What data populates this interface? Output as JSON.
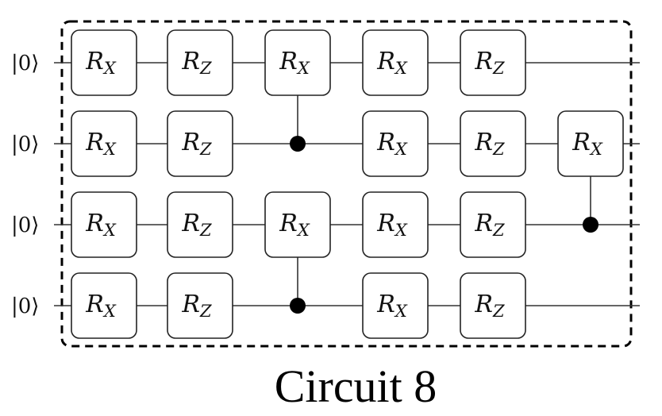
{
  "caption": "Circuit 8",
  "qubits": [
    {
      "init": "|0⟩"
    },
    {
      "init": "|0⟩"
    },
    {
      "init": "|0⟩"
    },
    {
      "init": "|0⟩"
    }
  ],
  "gates": [
    {
      "qubit": 0,
      "column": 0,
      "base": "R",
      "sub": "X"
    },
    {
      "qubit": 0,
      "column": 1,
      "base": "R",
      "sub": "Z"
    },
    {
      "qubit": 0,
      "column": 2,
      "base": "R",
      "sub": "X",
      "control": 1
    },
    {
      "qubit": 0,
      "column": 3,
      "base": "R",
      "sub": "X"
    },
    {
      "qubit": 0,
      "column": 4,
      "base": "R",
      "sub": "Z"
    },
    {
      "qubit": 1,
      "column": 0,
      "base": "R",
      "sub": "X"
    },
    {
      "qubit": 1,
      "column": 1,
      "base": "R",
      "sub": "Z"
    },
    {
      "qubit": 1,
      "column": 3,
      "base": "R",
      "sub": "X"
    },
    {
      "qubit": 1,
      "column": 4,
      "base": "R",
      "sub": "Z"
    },
    {
      "qubit": 1,
      "column": 5,
      "base": "R",
      "sub": "X",
      "control": 2
    },
    {
      "qubit": 2,
      "column": 0,
      "base": "R",
      "sub": "X"
    },
    {
      "qubit": 2,
      "column": 1,
      "base": "R",
      "sub": "Z"
    },
    {
      "qubit": 2,
      "column": 2,
      "base": "R",
      "sub": "X",
      "control": 3
    },
    {
      "qubit": 2,
      "column": 3,
      "base": "R",
      "sub": "X"
    },
    {
      "qubit": 2,
      "column": 4,
      "base": "R",
      "sub": "Z"
    },
    {
      "qubit": 3,
      "column": 0,
      "base": "R",
      "sub": "X"
    },
    {
      "qubit": 3,
      "column": 1,
      "base": "R",
      "sub": "Z"
    },
    {
      "qubit": 3,
      "column": 3,
      "base": "R",
      "sub": "X"
    },
    {
      "qubit": 3,
      "column": 4,
      "base": "R",
      "sub": "Z"
    }
  ]
}
